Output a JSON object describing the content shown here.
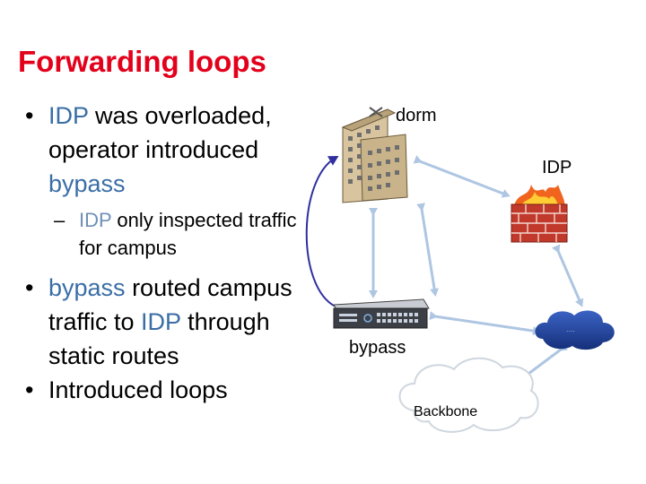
{
  "title": "Forwarding loops",
  "bullets": [
    {
      "parts": [
        {
          "text": "IDP",
          "kw": true
        },
        {
          "text": " was overloaded, operator introduced ",
          "kw": false
        },
        {
          "text": "bypass",
          "kw": true
        }
      ]
    },
    {
      "parts": [
        {
          "text": "bypass",
          "kw": true
        },
        {
          "text": " routed campus traffic to ",
          "kw": false
        },
        {
          "text": "IDP",
          "kw": true
        },
        {
          "text": " through static routes",
          "kw": false
        }
      ]
    },
    {
      "parts": [
        {
          "text": "Introduced loops",
          "kw": false
        }
      ]
    }
  ],
  "sub_bullet": {
    "parts": [
      {
        "text": "IDP",
        "kw": true
      },
      {
        "text": " only inspected traffic for campus",
        "kw": false
      }
    ]
  },
  "diagram": {
    "dorm_label": "dorm",
    "idp_label": "IDP",
    "bypass_label": "bypass",
    "backbone_label": "Backbone",
    "cloud_label": "....",
    "colors": {
      "link": "#aec6e2",
      "loop_arrow": "#2f2fa0",
      "firewall": "#c0392b",
      "cloud": "#1c3f95"
    }
  }
}
